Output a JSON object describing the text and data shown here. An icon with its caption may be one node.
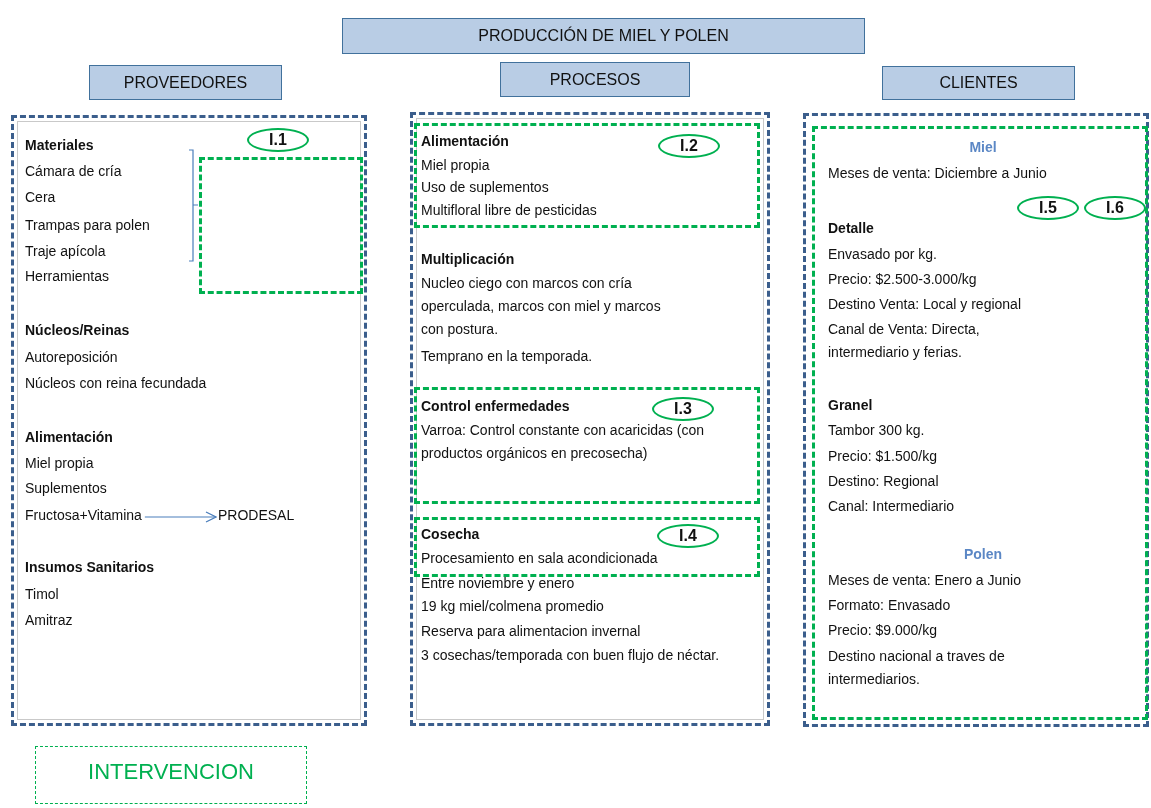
{
  "diagram": {
    "nodes": [
      {
        "text": [
          "PRODUCCIÓN DE MIEL Y POLEN"
        ]
      },
      {
        "text": [
          "PROVEEDORES"
        ]
      },
      {
        "text": [
          "PROCESOS"
        ]
      },
      {
        "text": [
          "CLIENTES"
        ]
      },
      {
        "text": [
          "Materiales",
          "Cámara de cría",
          "Cera",
          "Trampas para polen",
          "Traje apícola",
          "Herramientas",
          "Núcleos/Reinas",
          "Autoreposición",
          "Núcleos con reina fecundada",
          "Alimentación",
          "Miel propia",
          "Suplementos",
          "Insumos Sanitarios",
          "Timol",
          "Amitraz"
        ]
      },
      {
        "text": [
          "I.1"
        ],
        "in": 4
      },
      {
        "text": [],
        "shape": "box",
        "in": 4
      },
      {
        "text": [
          "Fructosa+Vitamina"
        ],
        "in": 4
      },
      {
        "text": [
          "PRODESAL"
        ],
        "in": 4
      },
      {
        "text": [
          "Multiplicación",
          "Nucleo ciego con marcos con cría operculada, marcos con miel y marcos con postura.",
          "Temprano en la temporada.",
          "Entre noviembre y enero",
          "19 kg miel/colmena promedio",
          "Reserva para alimentacion invernal",
          "3 cosechas/temporada con buen flujo de néctar."
        ]
      },
      {
        "text": [
          "Alimentación",
          "Miel propia",
          "Uso de suplementos",
          "Multifloral libre de pesticidas"
        ],
        "in": 9
      },
      {
        "text": [
          "I.2"
        ],
        "in": 10
      },
      {
        "text": [
          "Control enfermedades",
          "Varroa: Control constante con acaricidas (con productos orgánicos en precosecha)"
        ],
        "in": 9
      },
      {
        "text": [
          "I.3"
        ],
        "in": 12
      },
      {
        "text": [
          "Cosecha",
          "Procesamiento en sala acondicionada"
        ],
        "in": 9
      },
      {
        "text": [
          "I.4"
        ],
        "in": 14
      },
      {
        "text": [],
        "shape": "box"
      },
      {
        "text": [
          "Miel",
          "Meses de venta: Diciembre a Junio",
          "Detalle",
          "Envasado por kg.",
          "Precio: $2.500-3.000/kg",
          "Destino Venta: Local y regional",
          "Canal de Venta: Directa, intermediario y ferias.",
          "Granel",
          "Tambor 300 kg.",
          "Precio: $1.500/kg",
          "Destino: Regional",
          "Canal: Intermediario",
          "Polen",
          "Meses de venta: Enero a Junio",
          "Formato: Envasado",
          "Precio: $9.000/kg",
          "Destino nacional a traves de intermediarios."
        ],
        "in": 16
      },
      {
        "text": [
          "I.5"
        ],
        "in": 17
      },
      {
        "text": [
          "I.6"
        ],
        "in": 17
      }
    ],
    "edges": [
      {
        "from": 7,
        "to": 8,
        "arrow": "to"
      }
    ],
    "legend": [
      {
        "text": "INTERVENCION"
      }
    ]
  }
}
